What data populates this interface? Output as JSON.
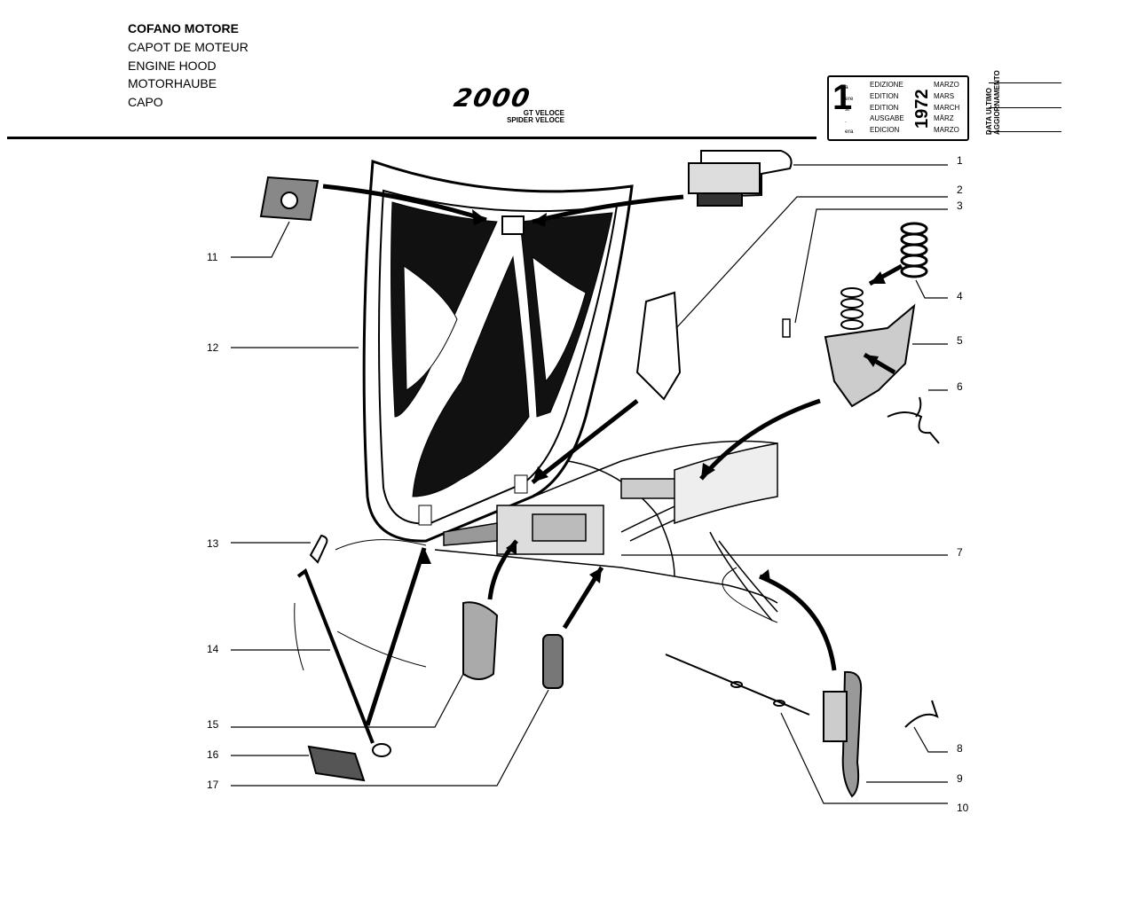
{
  "titles": [
    "COFANO MOTORE",
    "CAPOT DE MOTEUR",
    "ENGINE HOOD",
    "MOTORHAUBE",
    "CAPO"
  ],
  "logo": {
    "model": "2000",
    "sub1": "GT VELOCE",
    "sub2": "SPIDER VELOCE"
  },
  "edition": {
    "number": "1",
    "suffixes": [
      "a",
      "ere",
      "st",
      ".",
      "era"
    ],
    "words": [
      "EDIZIONE",
      "EDITION",
      "EDITION",
      "AUSGABE",
      "EDICION"
    ],
    "year": "1972",
    "months": [
      "MARZO",
      "MARS",
      "MARCH",
      "MÄRZ",
      "MARZO"
    ],
    "update_label_1": "DATA ULTIMO",
    "update_label_2": "AGGIORNAMENTO"
  },
  "callouts": [
    "1",
    "2",
    "3",
    "4",
    "5",
    "6",
    "7",
    "8",
    "9",
    "10",
    "11",
    "12",
    "13",
    "14",
    "15",
    "16",
    "17"
  ]
}
